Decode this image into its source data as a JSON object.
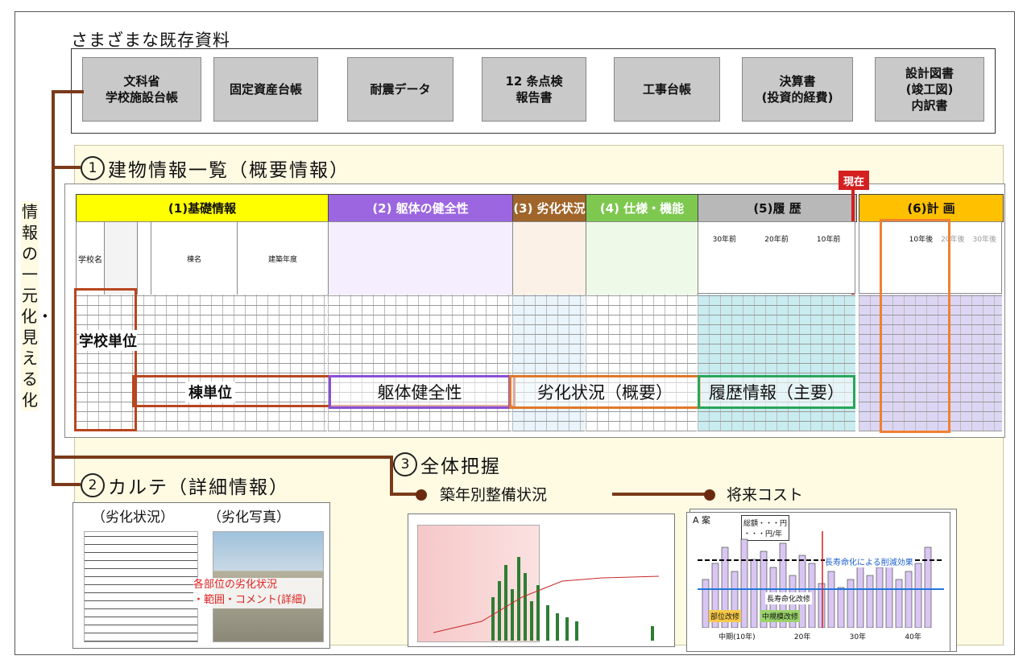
{
  "header": {
    "title": "さまざまな既存資料"
  },
  "sources": [
    {
      "label": "文科省\n学校施設台帳"
    },
    {
      "label": "固定資産台帳"
    },
    {
      "label": "耐震データ"
    },
    {
      "label": "12 条点検\n報告書"
    },
    {
      "label": "工事台帳"
    },
    {
      "label": "決算書\n(投資的経費)"
    },
    {
      "label": "設計図書\n(竣工図)\n内訳書"
    }
  ],
  "side_label": "情報の一元化・見える化",
  "section1": {
    "num": "1",
    "title": "建物情報一覧（概要情報）",
    "now_badge": "現在"
  },
  "table_headers": [
    {
      "label": "(1)基礎情報",
      "color": "#ffff00"
    },
    {
      "label": "(2) 躯体の健全性",
      "color": "#9b66e0"
    },
    {
      "label": "(3) 劣化状況",
      "color": "#a0652a"
    },
    {
      "label": "(4) 仕様・機能",
      "color": "#7ec850"
    },
    {
      "label": "(5)履 歴",
      "color": "#b8b8b8"
    },
    {
      "label": "(6)計 画",
      "color": "#ffc000"
    }
  ],
  "subheaders": {
    "school_name": "学校名",
    "building_name": "棟名",
    "year_built": "建築年度",
    "history_ticks": [
      "30年前",
      "20年前",
      "10年前"
    ],
    "plan_ticks": [
      "10年後",
      "20年後",
      "30年後"
    ]
  },
  "overlays": {
    "school_unit": "学校単位",
    "building_unit": "棟単位",
    "structure": "躯体健全性",
    "deterioration": "劣化状況（概要）",
    "history": "履歴情報（主要）"
  },
  "section2": {
    "num": "2",
    "title": "カルテ（詳細情報）",
    "card_left": "（劣化状況）",
    "card_right": "（劣化写真）",
    "photo_note": "各部位の劣化状況\n・範囲・コメント(詳細)"
  },
  "section3": {
    "num": "3",
    "title": "全体把握",
    "sub_a": "築年別整備状況",
    "sub_b": "将来コスト"
  },
  "cost_chart": {
    "plan": "A 案",
    "total_note": "総額・・・円\n・・・円/年",
    "effect": "長寿命化による削減効果",
    "x_ticks": [
      "中期(10年)",
      "20年",
      "30年",
      "40年"
    ],
    "legend": [
      "部位改修",
      "中規模改修",
      "長寿命化改修"
    ]
  }
}
